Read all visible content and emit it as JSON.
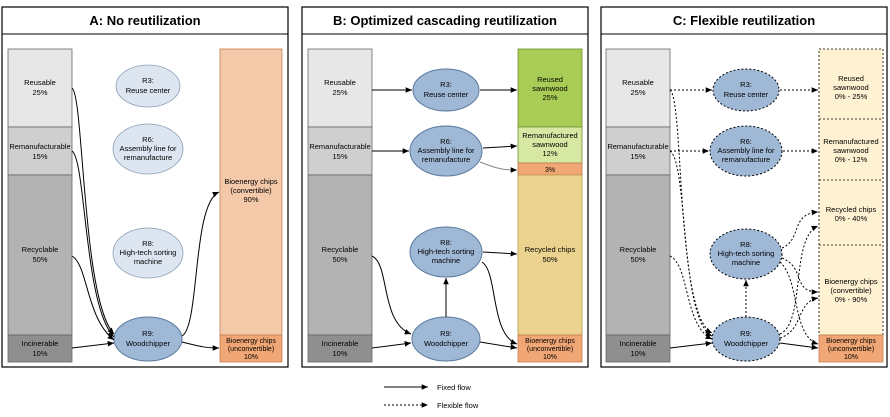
{
  "panels": [
    {
      "title": "A: No reutilization",
      "sources": [
        {
          "label": "Reusable",
          "value": "25%"
        },
        {
          "label": "Remanufacturable",
          "value": "15%"
        },
        {
          "label": "Recyclable",
          "value": "50%"
        },
        {
          "label": "Incinerable",
          "value": "10%"
        }
      ],
      "processes": [
        {
          "code": "R3:",
          "name": [
            "Reuse center"
          ]
        },
        {
          "code": "R6:",
          "name": [
            "Assembly line for",
            "remanufacture"
          ]
        },
        {
          "code": "R8:",
          "name": [
            "High-tech sorting",
            "machine"
          ]
        },
        {
          "code": "R9:",
          "name": [
            "Woodchipper"
          ]
        }
      ],
      "outputs": [
        {
          "lines": [
            "Bioenergy chips",
            "(convertible)",
            "90%"
          ]
        },
        {
          "lines": [
            "Bioenergy chips",
            "(unconvertible)",
            "10%"
          ]
        }
      ]
    },
    {
      "title": "B: Optimized cascading reutilization",
      "sources": [
        {
          "label": "Reusable",
          "value": "25%"
        },
        {
          "label": "Remanufacturable",
          "value": "15%"
        },
        {
          "label": "Recyclable",
          "value": "50%"
        },
        {
          "label": "Incinerable",
          "value": "10%"
        }
      ],
      "processes": [
        {
          "code": "R3:",
          "name": [
            "Reuse center"
          ]
        },
        {
          "code": "R6:",
          "name": [
            "Assembly line for",
            "remanufacture"
          ]
        },
        {
          "code": "R8:",
          "name": [
            "High-tech sorting",
            "machine"
          ]
        },
        {
          "code": "R9:",
          "name": [
            "Woodchipper"
          ]
        }
      ],
      "outputs": [
        {
          "lines": [
            "Reused",
            "sawnwood",
            "25%"
          ]
        },
        {
          "lines": [
            "Remanufactured",
            "sawnwood",
            "12%"
          ]
        },
        {
          "lines": [
            "3%"
          ]
        },
        {
          "lines": [
            "Recycled chips",
            "50%"
          ]
        },
        {
          "lines": [
            "Bioenergy chips",
            "(unconvertible)",
            "10%"
          ]
        }
      ]
    },
    {
      "title": "C: Flexible reutilization",
      "sources": [
        {
          "label": "Reusable",
          "value": "25%"
        },
        {
          "label": "Remanufacturable",
          "value": "15%"
        },
        {
          "label": "Recyclable",
          "value": "50%"
        },
        {
          "label": "Incinerable",
          "value": "10%"
        }
      ],
      "processes": [
        {
          "code": "R3:",
          "name": [
            "Reuse center"
          ]
        },
        {
          "code": "R6:",
          "name": [
            "Assembly line for",
            "remanufacture"
          ]
        },
        {
          "code": "R8:",
          "name": [
            "High-tech sorting",
            "machine"
          ]
        },
        {
          "code": "R9:",
          "name": [
            "Woodchipper"
          ]
        }
      ],
      "outputs": [
        {
          "lines": [
            "Reused",
            "sawnwood",
            "0% - 25%"
          ]
        },
        {
          "lines": [
            "Remanufactured",
            "sawnwood",
            "0% - 12%"
          ]
        },
        {
          "lines": [
            "Recycled chips",
            "0% - 40%"
          ]
        },
        {
          "lines": [
            "Bioenergy chips",
            "(convertible)",
            "0% - 90%"
          ]
        },
        {
          "lines": [
            "Bioenergy chips",
            "(unconvertible)",
            "10%"
          ]
        }
      ]
    }
  ],
  "legend": {
    "fixed": "Fixed flow",
    "flexible": "Flexible flow"
  },
  "colors": {
    "source_reusable": "#e7e7e7",
    "source_remanufacturable": "#cfcfcf",
    "source_recyclable": "#b3b3b3",
    "source_incinerable": "#8f8f8f",
    "process_inactive": "#dde6f0",
    "process_active": "#9fb8d6",
    "bioenergy_convertible": "#f3c9a9",
    "bioenergy_unconvertible": "#f1a675",
    "reused_sawnwood": "#a8cc55",
    "remanufactured_sawnwood": "#d7e8a3",
    "recycled_chips": "#ebd28f",
    "flexible_output": "#fff2d2"
  }
}
